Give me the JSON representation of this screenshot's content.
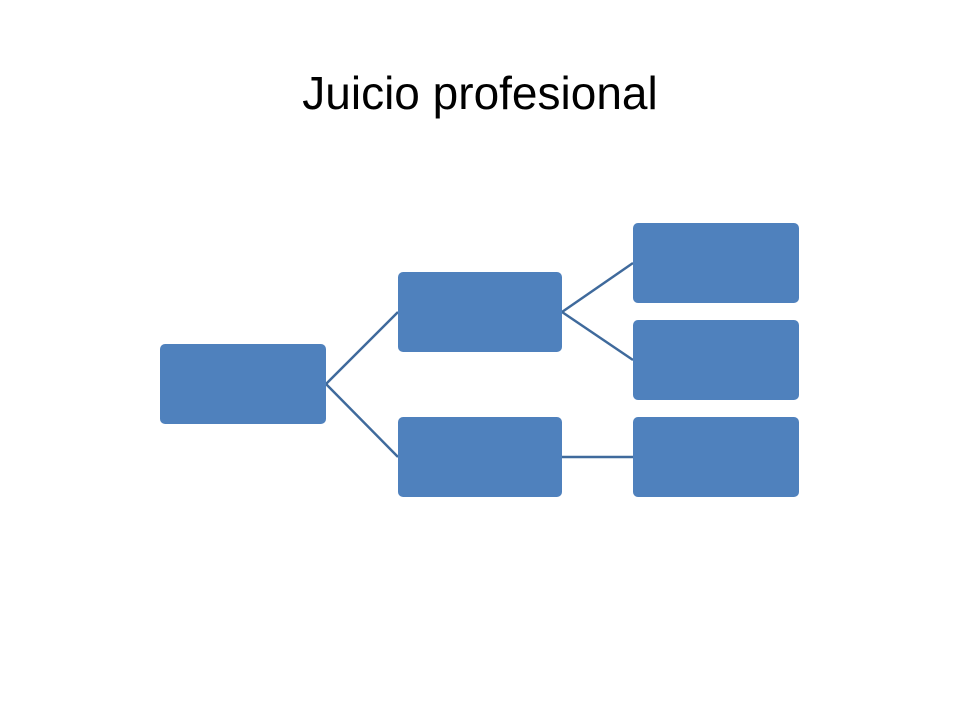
{
  "slide": {
    "title": "Juicio profesional"
  },
  "diagram": {
    "type": "horizontal-hierarchy",
    "node_color": "#4f81bd",
    "connector_color": "#3f6a9c",
    "nodes": [
      {
        "id": "root",
        "label": ""
      },
      {
        "id": "upper",
        "label": ""
      },
      {
        "id": "lower",
        "label": ""
      },
      {
        "id": "leaf1",
        "label": ""
      },
      {
        "id": "leaf2",
        "label": ""
      },
      {
        "id": "leaf3",
        "label": ""
      }
    ],
    "edges": [
      [
        "root",
        "upper"
      ],
      [
        "root",
        "lower"
      ],
      [
        "upper",
        "leaf1"
      ],
      [
        "upper",
        "leaf2"
      ],
      [
        "lower",
        "leaf3"
      ]
    ]
  }
}
